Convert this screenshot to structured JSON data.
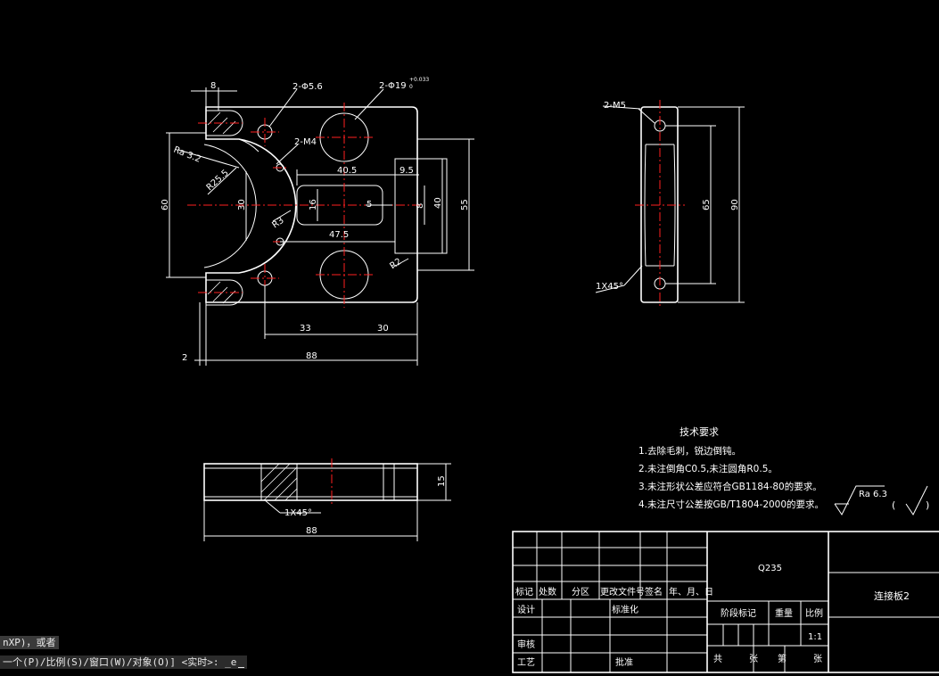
{
  "front_view": {
    "dims": {
      "top_8": "8",
      "hole_56": "2-Φ5.6",
      "hole_19": "2-Φ19",
      "hole_19_tol_upper": "+0.033",
      "hole_19_tol_lower": "0",
      "m4": "2-M4",
      "ra": "Ra 3.2",
      "r255": "R25.5",
      "d405": "40.5",
      "d95": "9.5",
      "d60": "60",
      "d30": "30",
      "d16": "16",
      "d5": "5",
      "d8": "8",
      "d40": "40",
      "d55": "55",
      "r3": "R3",
      "d475": "47.5",
      "r2": "R2",
      "d33": "33",
      "d30b": "30",
      "d2": "2",
      "d88": "88"
    }
  },
  "side_view": {
    "dims": {
      "m5": "2-M5",
      "chamfer": "1X45°",
      "d65": "65",
      "d90": "90"
    }
  },
  "bottom_view": {
    "dims": {
      "chamfer": "1X45°",
      "d15": "15",
      "d88": "88"
    }
  },
  "tech_req": {
    "title": "技术要求",
    "items": [
      "1.去除毛刺，锐边倒钝。",
      "2.未注倒角C0.5,未注圆角R0.5。",
      "3.未注形状公差应符合GB1184-80的要求。",
      "4.未注尺寸公差按GB/T1804-2000的要求。"
    ],
    "roughness": "Ra 6.3",
    "paren_open": "(",
    "paren_close": ")"
  },
  "title_block": {
    "material": "Q235",
    "part_name": "连接板2",
    "headers": [
      "标记",
      "处数",
      "分区",
      "更改文件号",
      "签名",
      "年、月、日"
    ],
    "design": "设计",
    "standardize": "标准化",
    "stage_mark": "阶段标记",
    "weight": "重量",
    "scale_label": "比例",
    "scale_value": "1:1",
    "review": "审核",
    "process": "工艺",
    "approve": "批准",
    "total": "共",
    "sheet": "张",
    "page": "第",
    "sheet2": "张"
  },
  "command_line": {
    "line1": "nXP)，或者",
    "line2": "一个(P)/比例(S)/窗口(W)/对象(O)] <实时>: _e"
  }
}
